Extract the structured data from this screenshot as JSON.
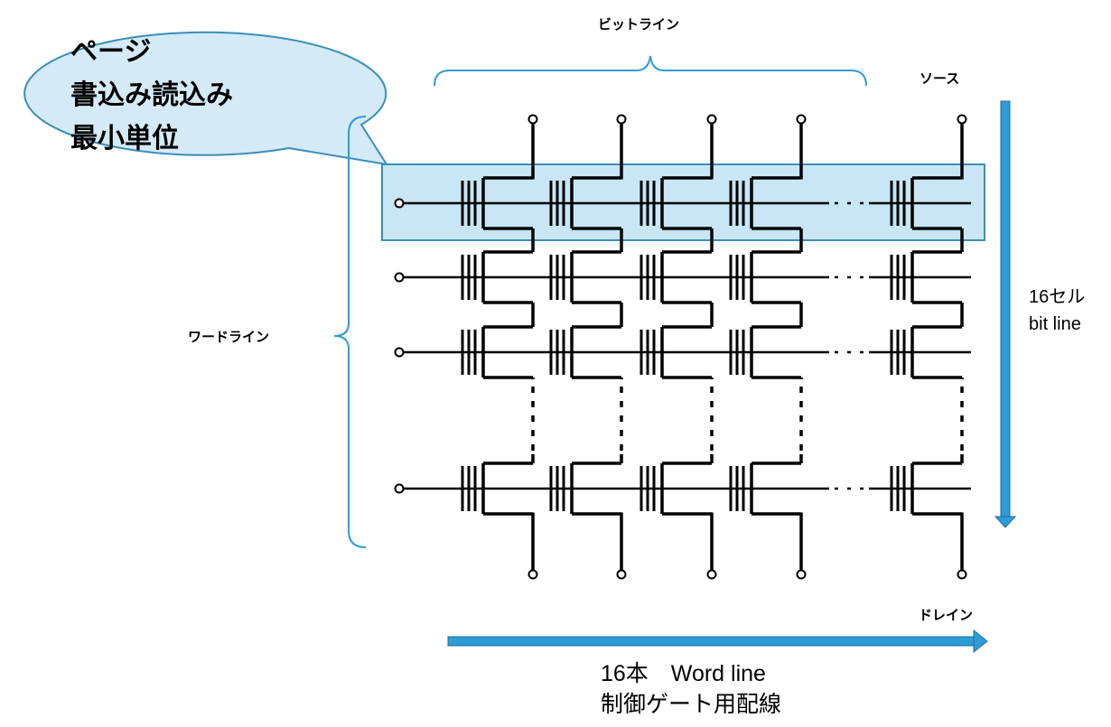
{
  "labels": {
    "bitline_group": "ビットライン",
    "source": "ソース",
    "wordline_group": "ワードライン",
    "drain": "ドレイン",
    "bitline_cells_line1": "16セル",
    "bitline_cells_line2": "bit line",
    "wordline_count_line1": "16本　Word line",
    "wordline_count_line2": "制御ゲート用配線"
  },
  "callout": {
    "line1": "ページ",
    "line2": "書込み読込み",
    "line3": "最小単位"
  },
  "colors": {
    "accent": "#2e9cd8",
    "callout_fill": "#d4eaf6",
    "highlight_fill": "#c8e6f5",
    "highlight_stroke": "#3a8fb7",
    "wire": "#000000"
  }
}
